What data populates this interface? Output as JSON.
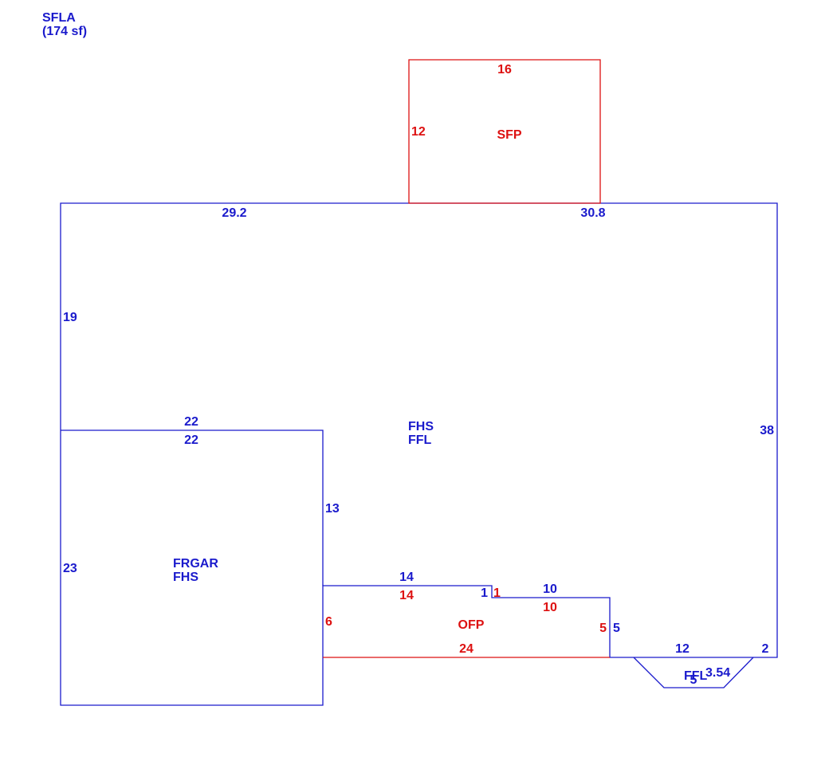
{
  "colors": {
    "living": "#1a1acc",
    "porch": "#dd1111"
  },
  "header": {
    "code": "SFLA",
    "area": "(174 sf)"
  },
  "areas": {
    "main": {
      "codes": [
        "FHS",
        "FFL"
      ]
    },
    "garage": {
      "codes": [
        "FRGAR",
        "FHS"
      ]
    },
    "screened_porch": {
      "code": "SFP"
    },
    "open_porch": {
      "code": "OFP"
    },
    "bay": {
      "code": "FFL"
    }
  },
  "dimensions": {
    "sfp_top": "16",
    "sfp_left": "12",
    "main_top_left": "29.2",
    "main_top_right": "30.8",
    "main_left": "19",
    "main_right": "38",
    "garage_top_outer": "22",
    "garage_top_inner": "22",
    "garage_right": "13",
    "garage_left": "23",
    "step_top_blue": "14",
    "step_top_red": "14",
    "step_small_blue": "1",
    "step_small_red": "1",
    "ofp_top_blue": "10",
    "ofp_top_red": "10",
    "ofp_right_red": "5",
    "ofp_right_blue": "5",
    "ofp_left": "6",
    "ofp_bottom": "24",
    "bottom_run": "12",
    "bottom_end": "2",
    "bay_diag": "3.54",
    "bay_bottom": "5"
  }
}
